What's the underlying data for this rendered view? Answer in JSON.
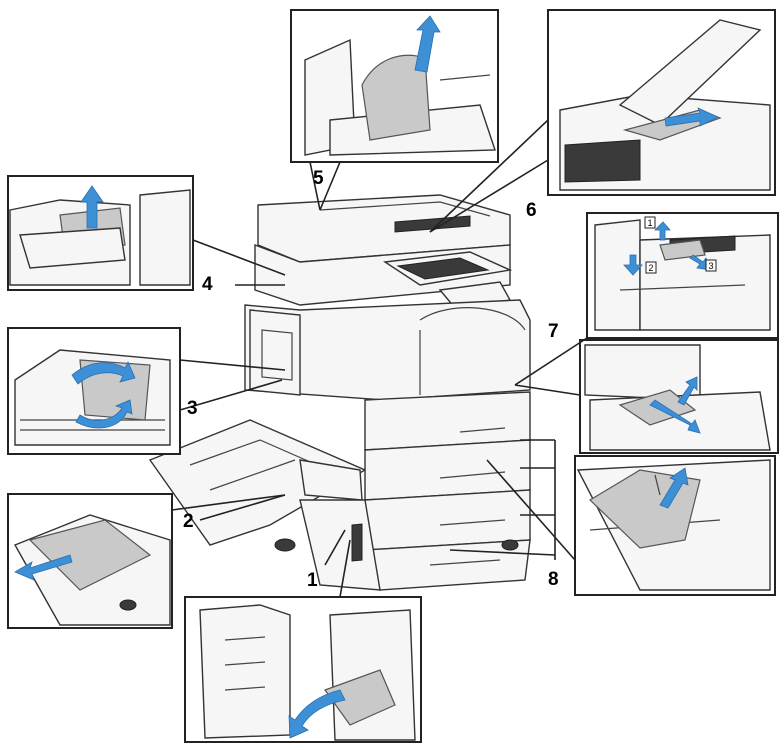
{
  "callouts": [
    {
      "id": "1",
      "label": "1"
    },
    {
      "id": "2",
      "label": "2"
    },
    {
      "id": "3",
      "label": "3"
    },
    {
      "id": "4",
      "label": "4"
    },
    {
      "id": "5",
      "label": "5"
    },
    {
      "id": "6",
      "label": "6"
    },
    {
      "id": "7",
      "label": "7"
    },
    {
      "id": "8",
      "label": "8"
    }
  ],
  "finisher_tags": [
    "1",
    "2",
    "3"
  ],
  "colors": {
    "arrow": "#3d8fd6",
    "paper": "#c9c9c9",
    "line": "#222222"
  }
}
